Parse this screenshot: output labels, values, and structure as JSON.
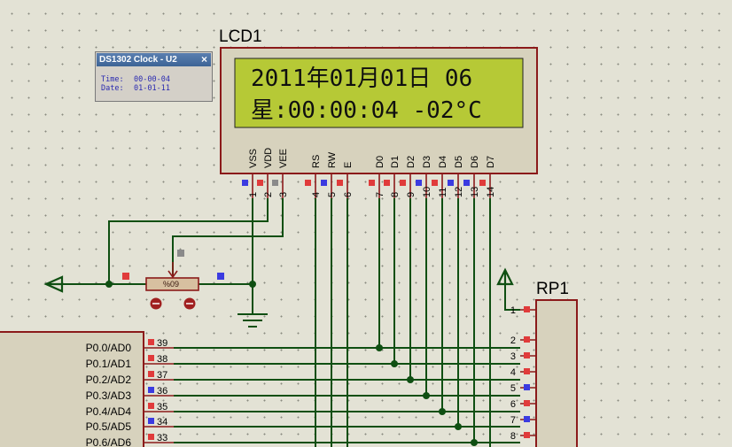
{
  "ds1302_window": {
    "title": "DS1302 Clock - U2",
    "close_glyph": "×",
    "time_label": "Time:",
    "time_value": "00-00-04",
    "date_label": "Date:",
    "date_value": "01-01-11"
  },
  "lcd": {
    "reference": "LCD1",
    "line1": "2011年01月01日 06",
    "line2": "星:00:00:04 -02°C",
    "screen_color": "#b6c936",
    "pins": [
      {
        "label": "VSS",
        "number": "1"
      },
      {
        "label": "VDD",
        "number": "2"
      },
      {
        "label": "VEE",
        "number": "3"
      },
      {
        "label": "RS",
        "number": "4"
      },
      {
        "label": "RW",
        "number": "5"
      },
      {
        "label": "E",
        "number": "6"
      },
      {
        "label": "D0",
        "number": "7"
      },
      {
        "label": "D1",
        "number": "8"
      },
      {
        "label": "D2",
        "number": "9"
      },
      {
        "label": "D3",
        "number": "10"
      },
      {
        "label": "D4",
        "number": "11"
      },
      {
        "label": "D5",
        "number": "12"
      },
      {
        "label": "D6",
        "number": "13"
      },
      {
        "label": "D7",
        "number": "14"
      }
    ]
  },
  "potentiometer": {
    "label": "%09"
  },
  "resistor_pack": {
    "reference": "RP1",
    "pins": [
      "1",
      "2",
      "3",
      "4",
      "5",
      "6",
      "7",
      "8"
    ]
  },
  "mcu": {
    "pins": [
      {
        "label": "P0.0/AD0",
        "number": "39"
      },
      {
        "label": "P0.1/AD1",
        "number": "38"
      },
      {
        "label": "P0.2/AD2",
        "number": "37"
      },
      {
        "label": "P0.3/AD3",
        "number": "36"
      },
      {
        "label": "P0.4/AD4",
        "number": "35"
      },
      {
        "label": "P0.5/AD5",
        "number": "34"
      },
      {
        "label": "P0.6/AD6",
        "number": "33"
      }
    ]
  },
  "colors": {
    "wire": "#0f4f12",
    "component_border": "#8b1a1a",
    "pin_state_high": "#e03b3b",
    "pin_state_low": "#3b3be0",
    "pin_state_float": "#8a8a8a"
  }
}
